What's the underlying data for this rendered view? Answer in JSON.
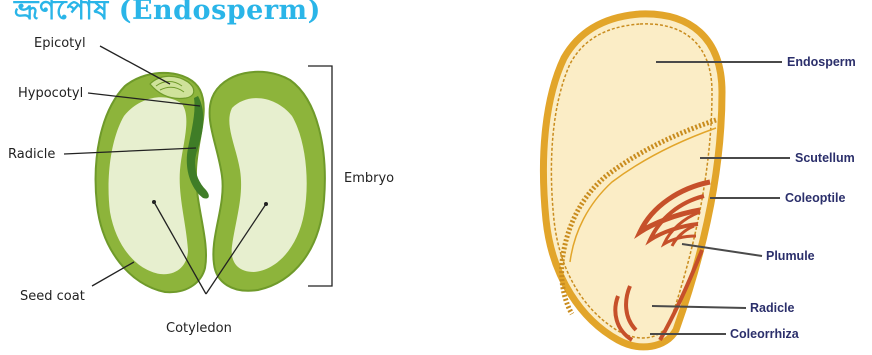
{
  "heading": "ভ্রূণপোষ (Endosperm)",
  "left_figure": {
    "labels": {
      "epicotyl": "Epicotyl",
      "hypocotyl": "Hypocotyl",
      "radicle": "Radicle",
      "seed_coat": "Seed coat",
      "cotyledon": "Cotyledon",
      "embryo": "Embryo"
    }
  },
  "right_figure": {
    "labels": {
      "endosperm": "Endosperm",
      "scutellum": "Scutellum",
      "coleoptile": "Coleoptile",
      "plumule": "Plumule",
      "radicle": "Radicle",
      "coleorrhiza": "Coleorrhiza"
    }
  },
  "colors": {
    "heading": "#2ab5e8",
    "seed_coat_green": "#8db43b",
    "cotyledon_fill": "#e7efcf",
    "embryo_dark_green": "#3f7d27",
    "grain_fill": "#fbedc6",
    "grain_outline": "#e2a52a",
    "embryo_red": "#c6502a",
    "right_label": "#2b2f6b"
  }
}
